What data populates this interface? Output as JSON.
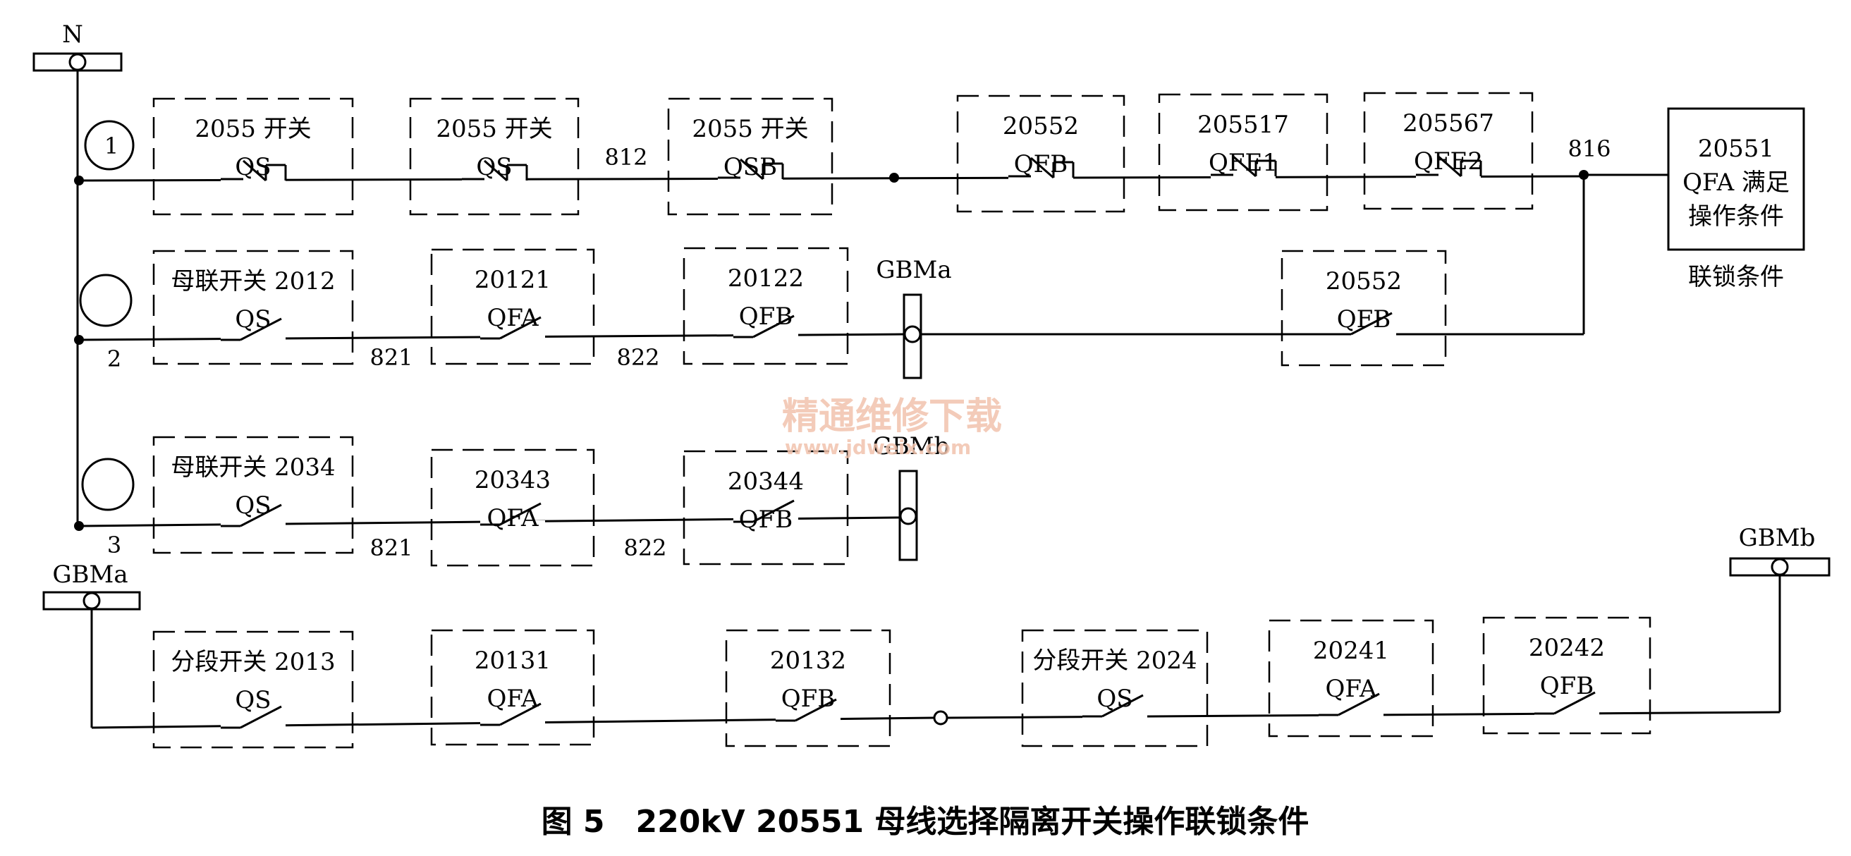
{
  "caption": "图 5　220kV 20551 母线选择隔离开关操作联锁条件",
  "watermark": {
    "name": "精通维修下载",
    "url": "www.jdweix.com"
  },
  "bus_labels": {
    "n": "N",
    "gbma": "GBMa",
    "gbmb": "GBMb"
  },
  "row_numbers": {
    "r1": "1",
    "r2": "2",
    "r3": "3"
  },
  "nodes": {
    "n812": "812",
    "n816": "816",
    "n821": "821",
    "n822": "822"
  },
  "result": {
    "line1": "20551",
    "line2": "QFA 满足",
    "line3": "操作条件",
    "caption": "联锁条件"
  },
  "rows": [
    {
      "switches": [
        {
          "name": "2055 开关",
          "type": "QS"
        },
        {
          "name": "2055 开关",
          "type": "QS"
        },
        {
          "name": "2055 开关",
          "type": "QSB"
        },
        {
          "name": "20552",
          "type": "QFB"
        },
        {
          "name": "205517",
          "type": "QFE1"
        },
        {
          "name": "205567",
          "type": "QFE2"
        }
      ]
    },
    {
      "switches": [
        {
          "name": "母联开关 2012",
          "type": "QS"
        },
        {
          "name": "20121",
          "type": "QFA"
        },
        {
          "name": "20122",
          "type": "QFB"
        },
        {
          "name": "20552",
          "type": "QFB"
        }
      ]
    },
    {
      "switches": [
        {
          "name": "母联开关 2034",
          "type": "QS"
        },
        {
          "name": "20343",
          "type": "QFA"
        },
        {
          "name": "20344",
          "type": "QFB"
        }
      ]
    },
    {
      "switches": [
        {
          "name": "分段开关 2013",
          "type": "QS"
        },
        {
          "name": "20131",
          "type": "QFA"
        },
        {
          "name": "20132",
          "type": "QFB"
        },
        {
          "name": "分段开关 2024",
          "type": "QS"
        },
        {
          "name": "20241",
          "type": "QFA"
        },
        {
          "name": "20242",
          "type": "QFB"
        }
      ]
    }
  ]
}
